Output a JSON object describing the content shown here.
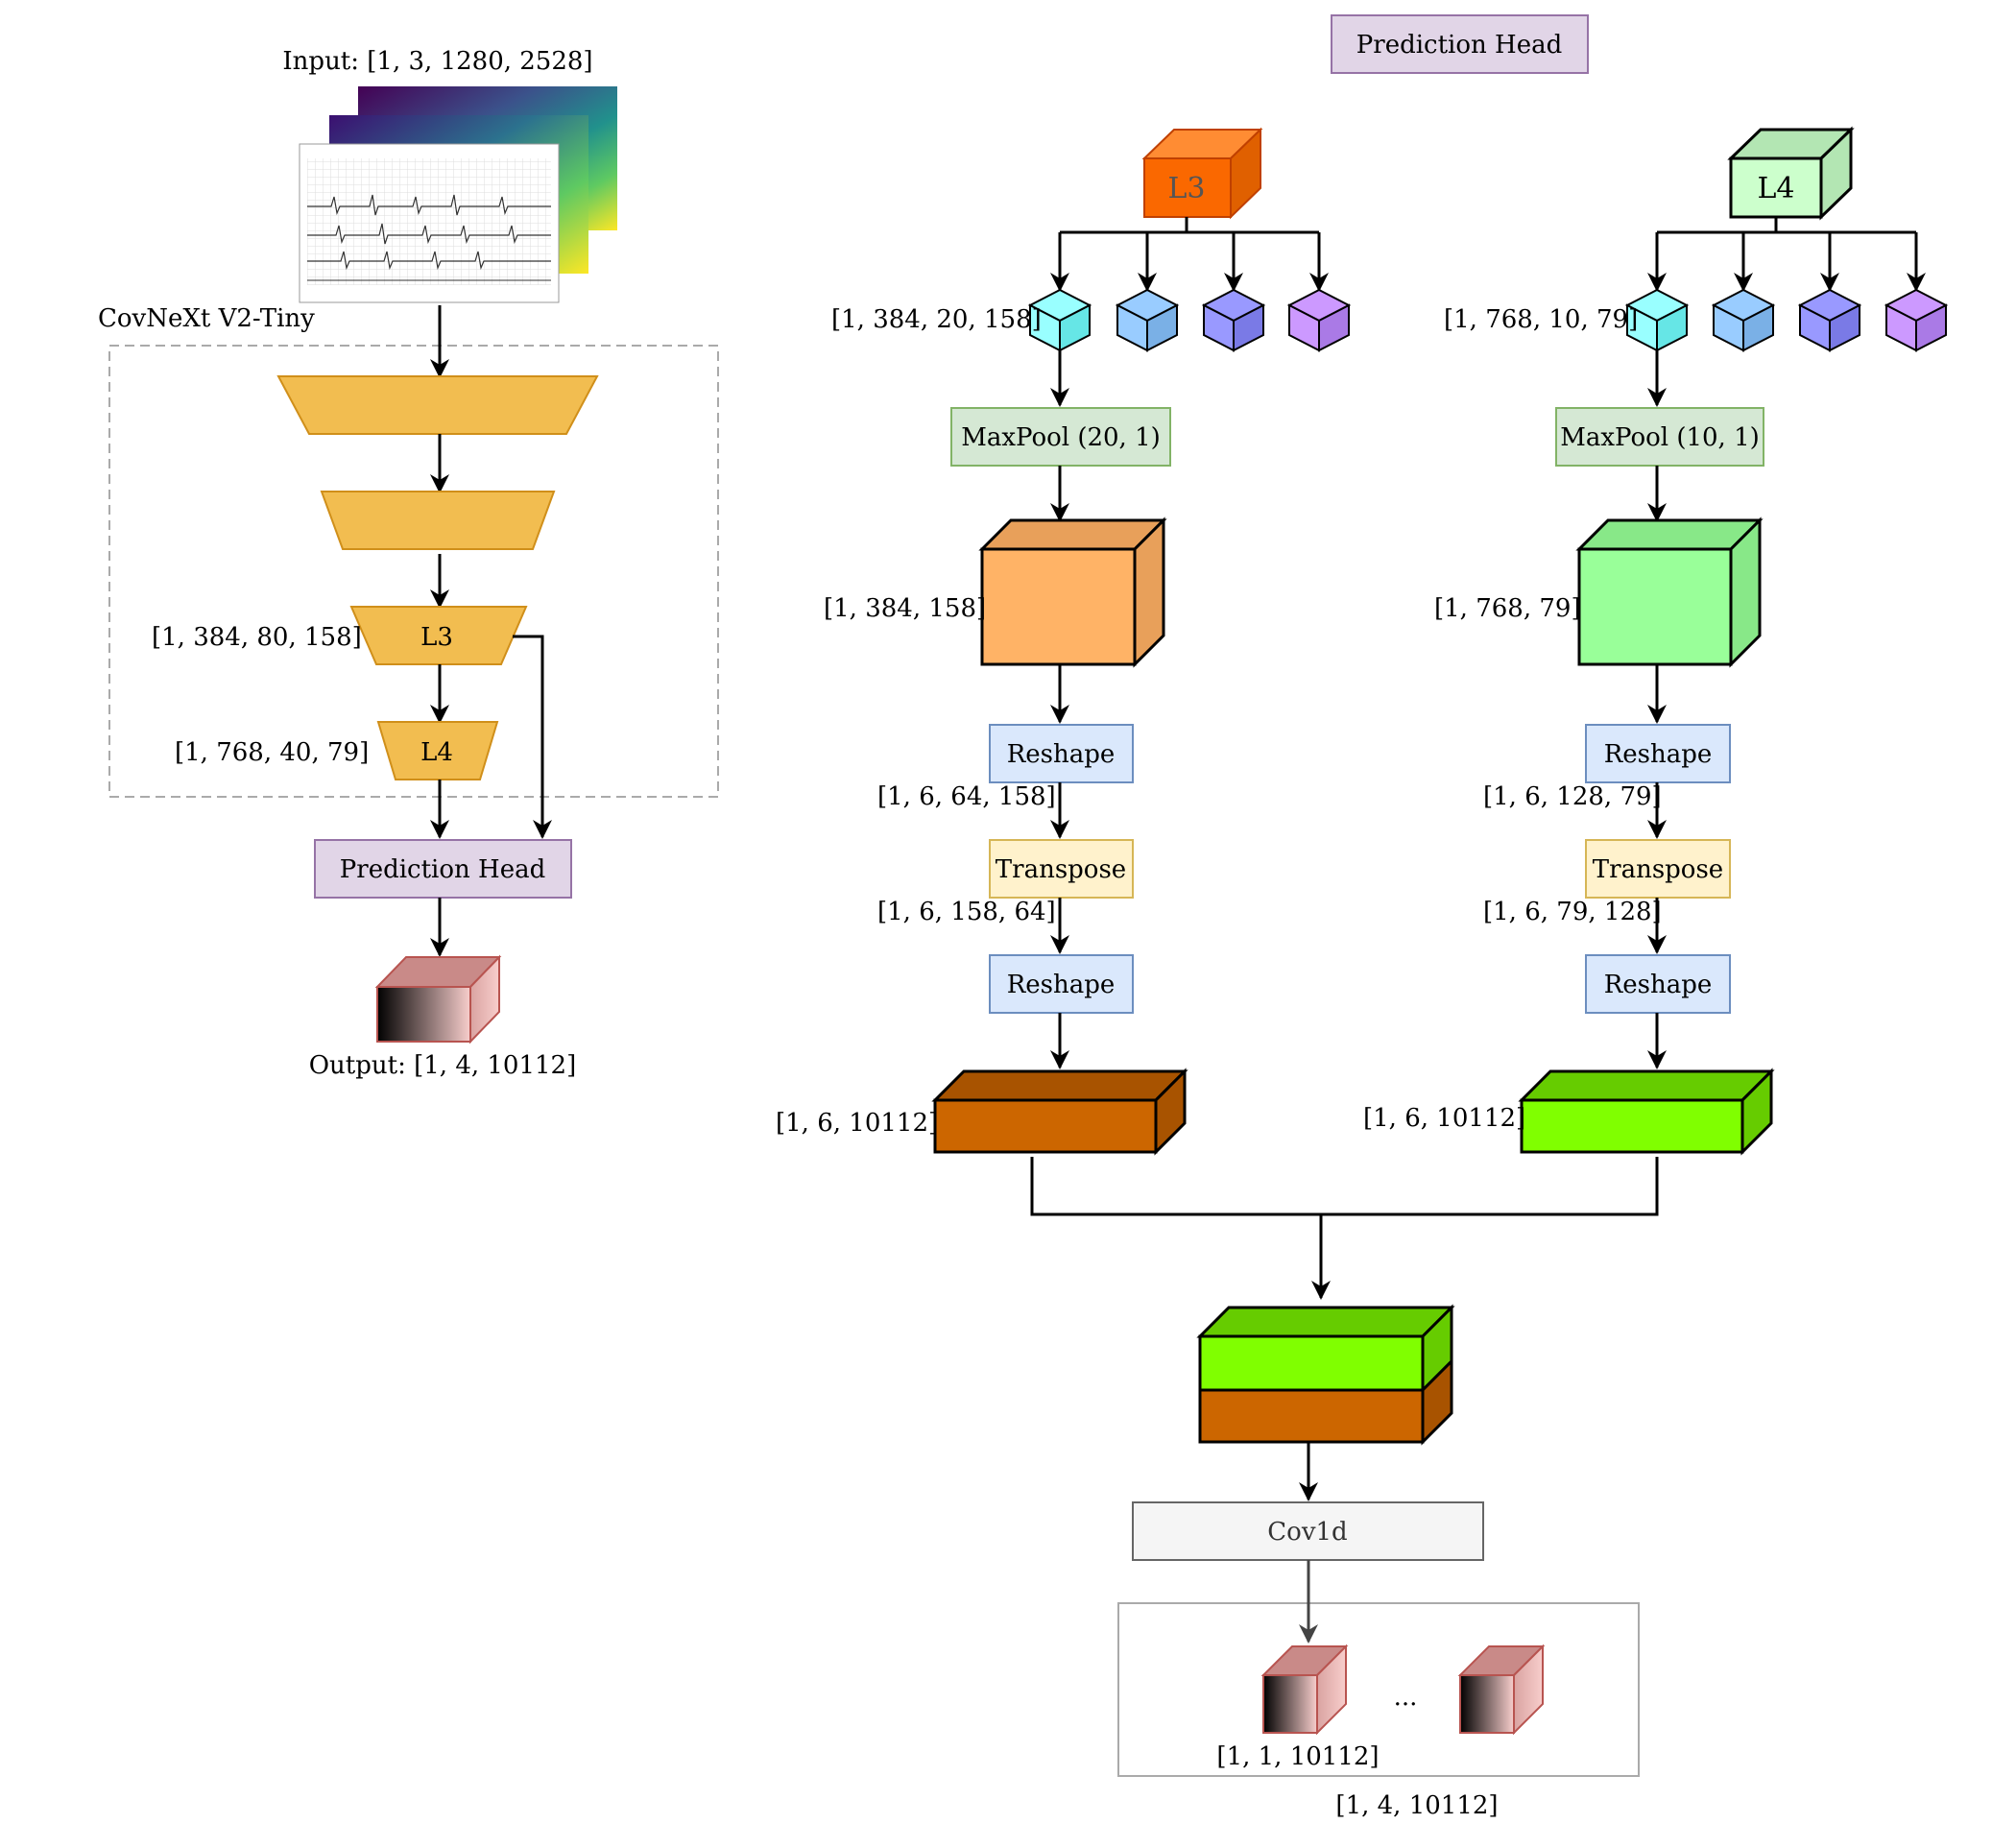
{
  "input": {
    "label": "Input: [1, 3, 1280, 2528]"
  },
  "backbone": {
    "title": "CovNeXt V2-Tiny",
    "stage3_label": "L3",
    "stage4_label": "L4",
    "stage3_shape": "[1, 384, 80, 158]",
    "stage4_shape": "[1, 768, 40, 79]"
  },
  "prediction_head_left": "Prediction Head",
  "output_label": "Output: [1, 4, 10112]",
  "prediction_head_title": "Prediction Head",
  "branch_l3": {
    "cube_label": "L3",
    "split_shape": "[1, 384, 20, 158]",
    "maxpool_label": "MaxPool (20, 1)",
    "pooled_shape": "[1, 384, 158]",
    "reshape1_label": "Reshape",
    "reshape1_shape": "[1, 6, 64, 158]",
    "transpose_label": "Transpose",
    "transpose_shape": "[1, 6, 158, 64]",
    "reshape2_label": "Reshape",
    "out_shape": "[1, 6, 10112]",
    "color": "#cc6600"
  },
  "branch_l4": {
    "cube_label": "L4",
    "split_shape": "[1, 768, 10, 79]",
    "maxpool_label": "MaxPool (10, 1)",
    "pooled_shape": "[1, 768, 79]",
    "reshape1_label": "Reshape",
    "reshape1_shape": "[1, 6, 128, 79]",
    "transpose_label": "Transpose",
    "transpose_shape": "[1, 6, 79, 128]",
    "reshape2_label": "Reshape",
    "out_shape": "[1, 6, 10112]",
    "color": "#80ff00"
  },
  "conv": {
    "label": "Cov1d"
  },
  "outputs": {
    "single_shape": "[1, 1, 10112]",
    "ellipsis": "...",
    "total_shape": "[1, 4, 10112]"
  },
  "colors": {
    "trapezoid": "#f2bd50",
    "prediction_head": "#e1d5e7",
    "maxpool": "#d5e8d4",
    "reshape": "#dae8fc",
    "transpose": "#fff2cc",
    "split_cubes": [
      "#99ffff",
      "#99ccff",
      "#9999ff",
      "#cc99ff"
    ]
  }
}
